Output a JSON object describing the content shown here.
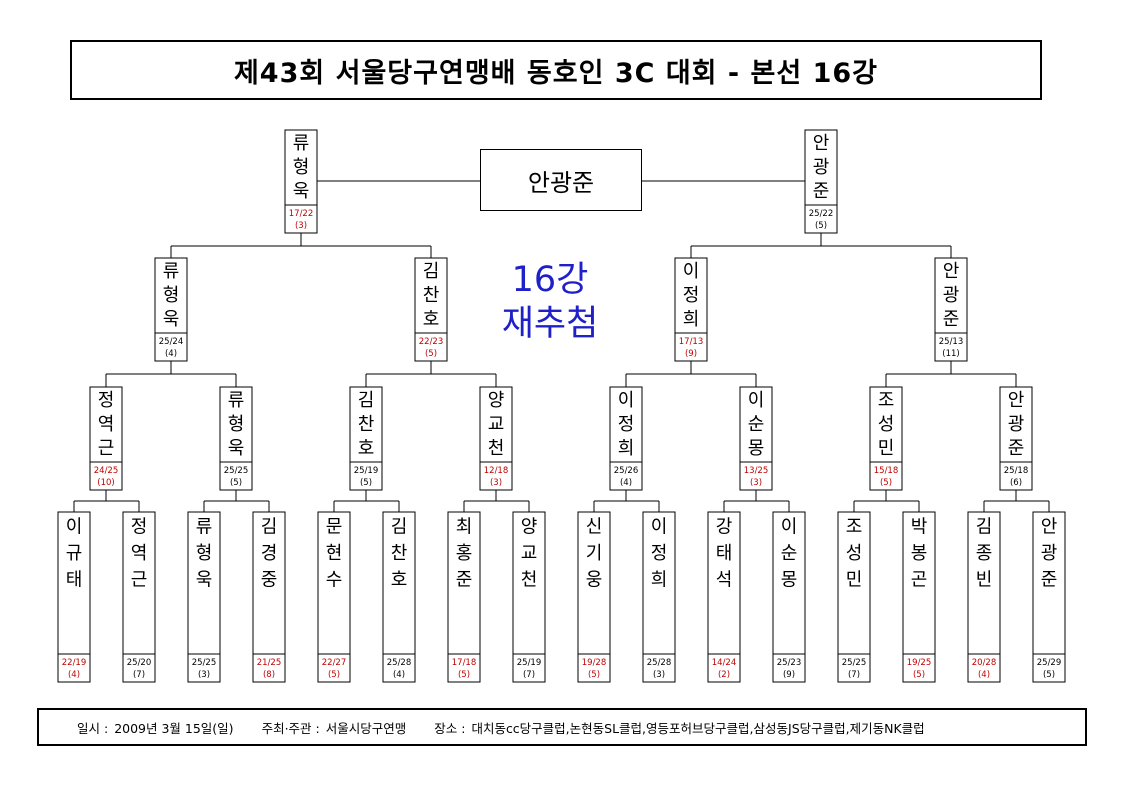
{
  "title": "제43회 서울당구연맹배 동호인 3C 대회 - 본선 16강",
  "champion": "안광준",
  "notice": [
    "16강",
    "재추첨"
  ],
  "footer": {
    "date_label": "일시 :",
    "date": "2009년 3월 15일(일)",
    "host_label": "주최·주관 :",
    "host": "서울시당구연맹",
    "venue_label": "장소 :",
    "venue": "대치동cc당구클럽,논현동SL클럽,영등포허브당구클럽,삼성동JS당구클럽,제기동NK클럽"
  },
  "colors": {
    "win": "#000000",
    "loss": "#c00000",
    "notice": "#2020c8"
  },
  "rounds": {
    "r16": [
      {
        "name": "이규태",
        "score": "22/19",
        "inn": "(4)",
        "lost": true
      },
      {
        "name": "정역근",
        "score": "25/20",
        "inn": "(7)",
        "lost": false
      },
      {
        "name": "류형욱",
        "score": "25/25",
        "inn": "(3)",
        "lost": false
      },
      {
        "name": "김경중",
        "score": "21/25",
        "inn": "(8)",
        "lost": true
      },
      {
        "name": "문현수",
        "score": "22/27",
        "inn": "(5)",
        "lost": true
      },
      {
        "name": "김찬호",
        "score": "25/28",
        "inn": "(4)",
        "lost": false
      },
      {
        "name": "최홍준",
        "score": "17/18",
        "inn": "(5)",
        "lost": true
      },
      {
        "name": "양교천",
        "score": "25/19",
        "inn": "(7)",
        "lost": false
      },
      {
        "name": "신기웅",
        "score": "19/28",
        "inn": "(5)",
        "lost": true
      },
      {
        "name": "이정희",
        "score": "25/28",
        "inn": "(3)",
        "lost": false
      },
      {
        "name": "강태석",
        "score": "14/24",
        "inn": "(2)",
        "lost": true
      },
      {
        "name": "이순몽",
        "score": "25/23",
        "inn": "(9)",
        "lost": false
      },
      {
        "name": "조성민",
        "score": "25/25",
        "inn": "(7)",
        "lost": false
      },
      {
        "name": "박봉곤",
        "score": "19/25",
        "inn": "(5)",
        "lost": true
      },
      {
        "name": "김종빈",
        "score": "20/28",
        "inn": "(4)",
        "lost": true
      },
      {
        "name": "안광준",
        "score": "25/29",
        "inn": "(5)",
        "lost": false
      }
    ],
    "qf": [
      {
        "name": "정역근",
        "score": "24/25",
        "inn": "(10)",
        "lost": true
      },
      {
        "name": "류형욱",
        "score": "25/25",
        "inn": "(5)",
        "lost": false
      },
      {
        "name": "김찬호",
        "score": "25/19",
        "inn": "(5)",
        "lost": false
      },
      {
        "name": "양교천",
        "score": "12/18",
        "inn": "(3)",
        "lost": true
      },
      {
        "name": "이정희",
        "score": "25/26",
        "inn": "(4)",
        "lost": false
      },
      {
        "name": "이순몽",
        "score": "13/25",
        "inn": "(3)",
        "lost": true
      },
      {
        "name": "조성민",
        "score": "15/18",
        "inn": "(5)",
        "lost": true
      },
      {
        "name": "안광준",
        "score": "25/18",
        "inn": "(6)",
        "lost": false
      }
    ],
    "sf": [
      {
        "name": "류형욱",
        "score": "25/24",
        "inn": "(4)",
        "lost": false
      },
      {
        "name": "김찬호",
        "score": "22/23",
        "inn": "(5)",
        "lost": true
      },
      {
        "name": "이정희",
        "score": "17/13",
        "inn": "(9)",
        "lost": true
      },
      {
        "name": "안광준",
        "score": "25/13",
        "inn": "(11)",
        "lost": false
      }
    ],
    "final": [
      {
        "name": "류형욱",
        "score": "17/22",
        "inn": "(3)",
        "lost": true
      },
      {
        "name": "안광준",
        "score": "25/22",
        "inn": "(5)",
        "lost": false
      }
    ]
  }
}
